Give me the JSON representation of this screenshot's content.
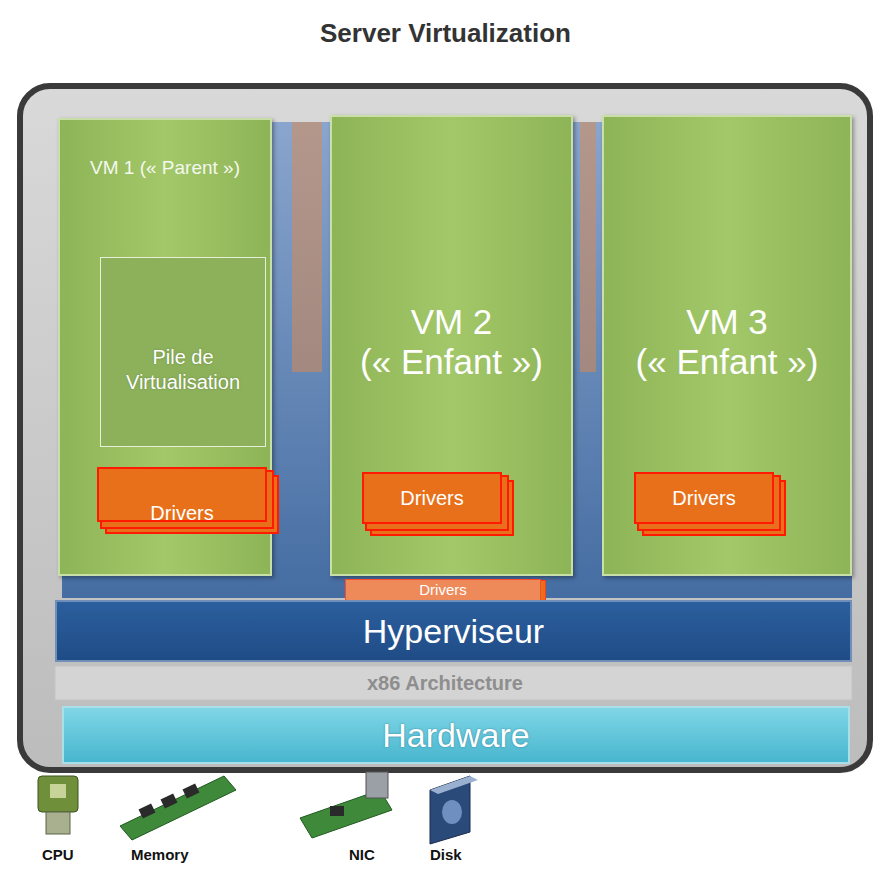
{
  "diagram": {
    "title": "Server Virtualization",
    "nodes": [
      {
        "text": [
          "VM 1 (« Parent »)"
        ]
      },
      {
        "text": [
          "Pile de Virtualisation"
        ],
        "in": 0
      },
      {
        "text": [
          "Drivers"
        ],
        "in": 0
      },
      {
        "text": [
          "VM 2 (« Enfant »)"
        ]
      },
      {
        "text": [
          "Drivers"
        ],
        "in": 3
      },
      {
        "text": [
          "VM 3 (« Enfant »)"
        ]
      },
      {
        "text": [
          "Drivers"
        ],
        "in": 5
      },
      {
        "text": [
          "Drivers"
        ]
      },
      {
        "text": [
          "Hyperviseur"
        ]
      },
      {
        "text": [
          "Hardware"
        ]
      }
    ],
    "labels": [
      "x86 Architecture",
      "CPU",
      "Memory",
      "NIC",
      "Disk"
    ]
  }
}
